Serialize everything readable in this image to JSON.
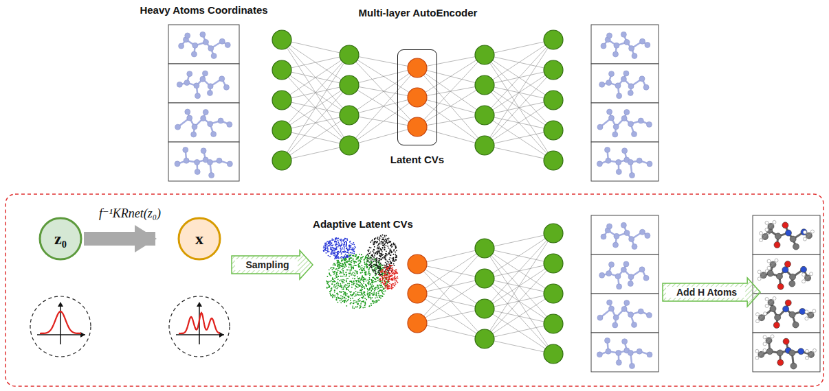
{
  "diagram": {
    "nodes": [
      {
        "text": [
          "Heavy Atoms Coordinates"
        ]
      },
      {
        "text": [
          "Latent CVs"
        ]
      },
      {
        "text": [
          "z₀"
        ]
      },
      {
        "text": [
          "x"
        ]
      },
      {
        "text": [
          "Sampling"
        ]
      },
      {
        "text": [
          "Add H Atoms"
        ]
      }
    ],
    "edges": [
      {
        "from": 2,
        "to": 3,
        "arrow": "to",
        "label": "f⁻¹KRnet(z₀)"
      }
    ],
    "labels": [
      "Multi-layer AutoEncoder",
      "Adaptive Latent CVs"
    ]
  }
}
